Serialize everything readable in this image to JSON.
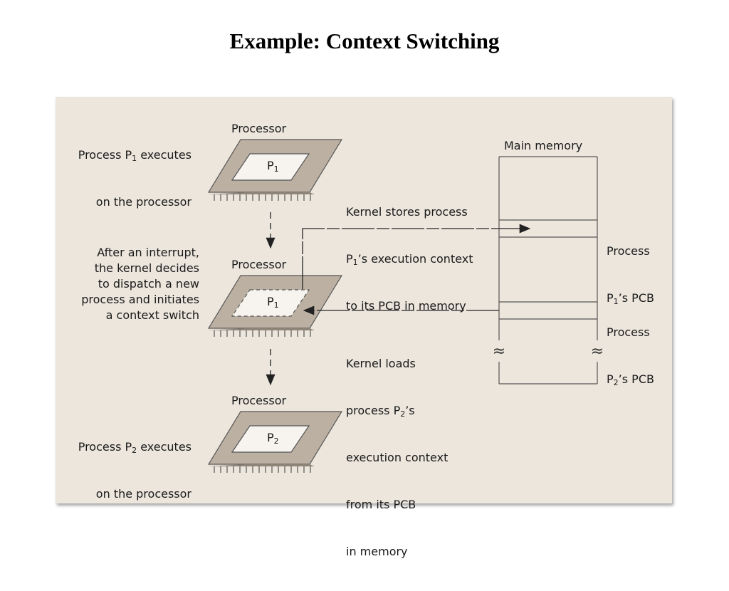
{
  "title": "Example: Context Switching",
  "diagram": {
    "labels": {
      "p1_executes": [
        "Process P",
        "1",
        " executes",
        "on the processor"
      ],
      "interrupt": "After an interrupt,\nthe kernel decides\nto dispatch a new\nprocess and initiates\na context switch",
      "p2_executes": [
        "Process P",
        "2",
        " executes",
        "on the processor"
      ],
      "processor": "Processor",
      "main_memory": "Main memory",
      "kernel_stores": [
        "Kernel stores process",
        "P",
        "1",
        "’s execution context",
        "to its PCB in memory"
      ],
      "kernel_loads": [
        "Kernel loads",
        "process P",
        "2",
        "’s",
        "execution context",
        "from its PCB",
        "in memory"
      ],
      "pcb1": [
        "Process",
        "P",
        "1",
        "’s PCB"
      ],
      "pcb2": [
        "Process",
        "P",
        "2",
        "’s PCB"
      ],
      "chip1": [
        "P",
        "1"
      ],
      "chip2": [
        "P",
        "1"
      ],
      "chip3": [
        "P",
        "2"
      ],
      "break_mark": "≈"
    }
  }
}
